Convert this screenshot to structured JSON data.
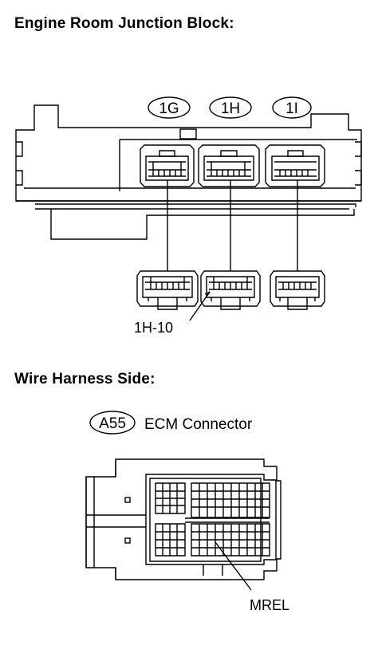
{
  "sections": {
    "junction_block": {
      "heading": "Engine Room Junction Block:",
      "connectors": [
        {
          "id": "1G"
        },
        {
          "id": "1H"
        },
        {
          "id": "1I"
        }
      ],
      "pin_callout": "1H-10"
    },
    "wire_harness": {
      "heading": "Wire Harness Side:",
      "connector_code": "A55",
      "connector_name": "ECM Connector",
      "terminal_callout": "MREL"
    }
  }
}
